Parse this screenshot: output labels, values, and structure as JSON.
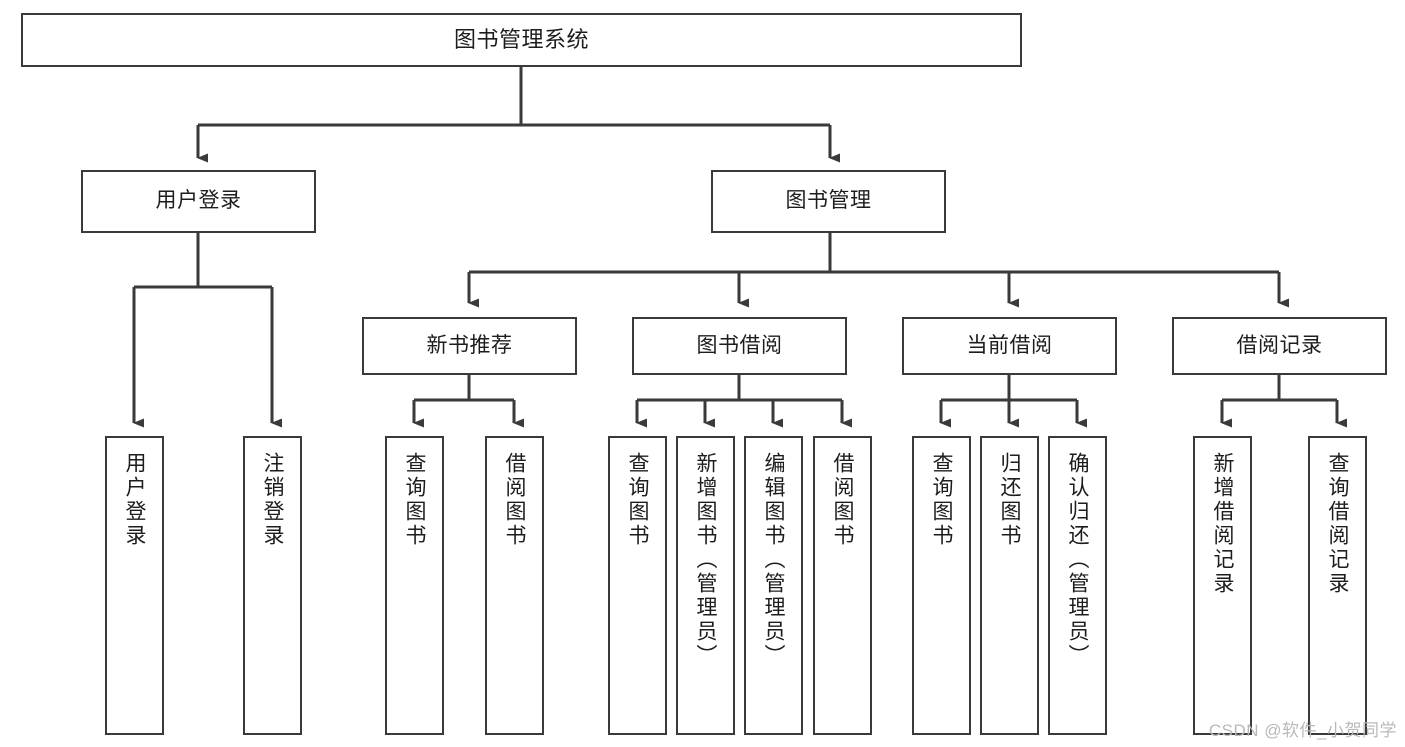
{
  "diagram": {
    "title": "图书管理系统",
    "watermark": "CSDN @软件_小贺同学",
    "line_color": "#3a3a3a",
    "box_fill": "#ffffff",
    "text_color": "#1d1d1d",
    "watermark_color": "#b9b9b9"
  },
  "nodes": {
    "root": {
      "label": "图书管理系统"
    },
    "level2": [
      {
        "label": "用户登录"
      },
      {
        "label": "图书管理"
      }
    ],
    "level3": [
      {
        "label": "新书推荐"
      },
      {
        "label": "图书借阅"
      },
      {
        "label": "当前借阅"
      },
      {
        "label": "借阅记录"
      }
    ],
    "leaves": {
      "user_login": [
        {
          "label": "用户登录"
        },
        {
          "label": "注销登录"
        }
      ],
      "new_book_recommend": [
        {
          "label": "查询图书"
        },
        {
          "label": "借阅图书"
        }
      ],
      "book_borrow": [
        {
          "label": "查询图书"
        },
        {
          "label": "新增图书（管理员）"
        },
        {
          "label": "编辑图书（管理员）"
        },
        {
          "label": "借阅图书"
        }
      ],
      "current_borrow": [
        {
          "label": "查询图书"
        },
        {
          "label": "归还图书"
        },
        {
          "label": "确认归还（管理员）"
        }
      ],
      "borrow_record": [
        {
          "label": "新增借阅记录"
        },
        {
          "label": "查询借阅记录"
        }
      ]
    }
  },
  "chart_data": {
    "type": "table",
    "title": "图书管理系统 功能结构图",
    "tree": {
      "name": "图书管理系统",
      "children": [
        {
          "name": "用户登录",
          "children": [
            {
              "name": "用户登录"
            },
            {
              "name": "注销登录"
            }
          ]
        },
        {
          "name": "图书管理",
          "children": [
            {
              "name": "新书推荐",
              "children": [
                {
                  "name": "查询图书"
                },
                {
                  "name": "借阅图书"
                }
              ]
            },
            {
              "name": "图书借阅",
              "children": [
                {
                  "name": "查询图书"
                },
                {
                  "name": "新增图书（管理员）"
                },
                {
                  "name": "编辑图书（管理员）"
                },
                {
                  "name": "借阅图书"
                }
              ]
            },
            {
              "name": "当前借阅",
              "children": [
                {
                  "name": "查询图书"
                },
                {
                  "name": "归还图书"
                },
                {
                  "name": "确认归还（管理员）"
                }
              ]
            },
            {
              "name": "借阅记录",
              "children": [
                {
                  "name": "新增借阅记录"
                },
                {
                  "name": "查询借阅记录"
                }
              ]
            }
          ]
        }
      ]
    }
  }
}
